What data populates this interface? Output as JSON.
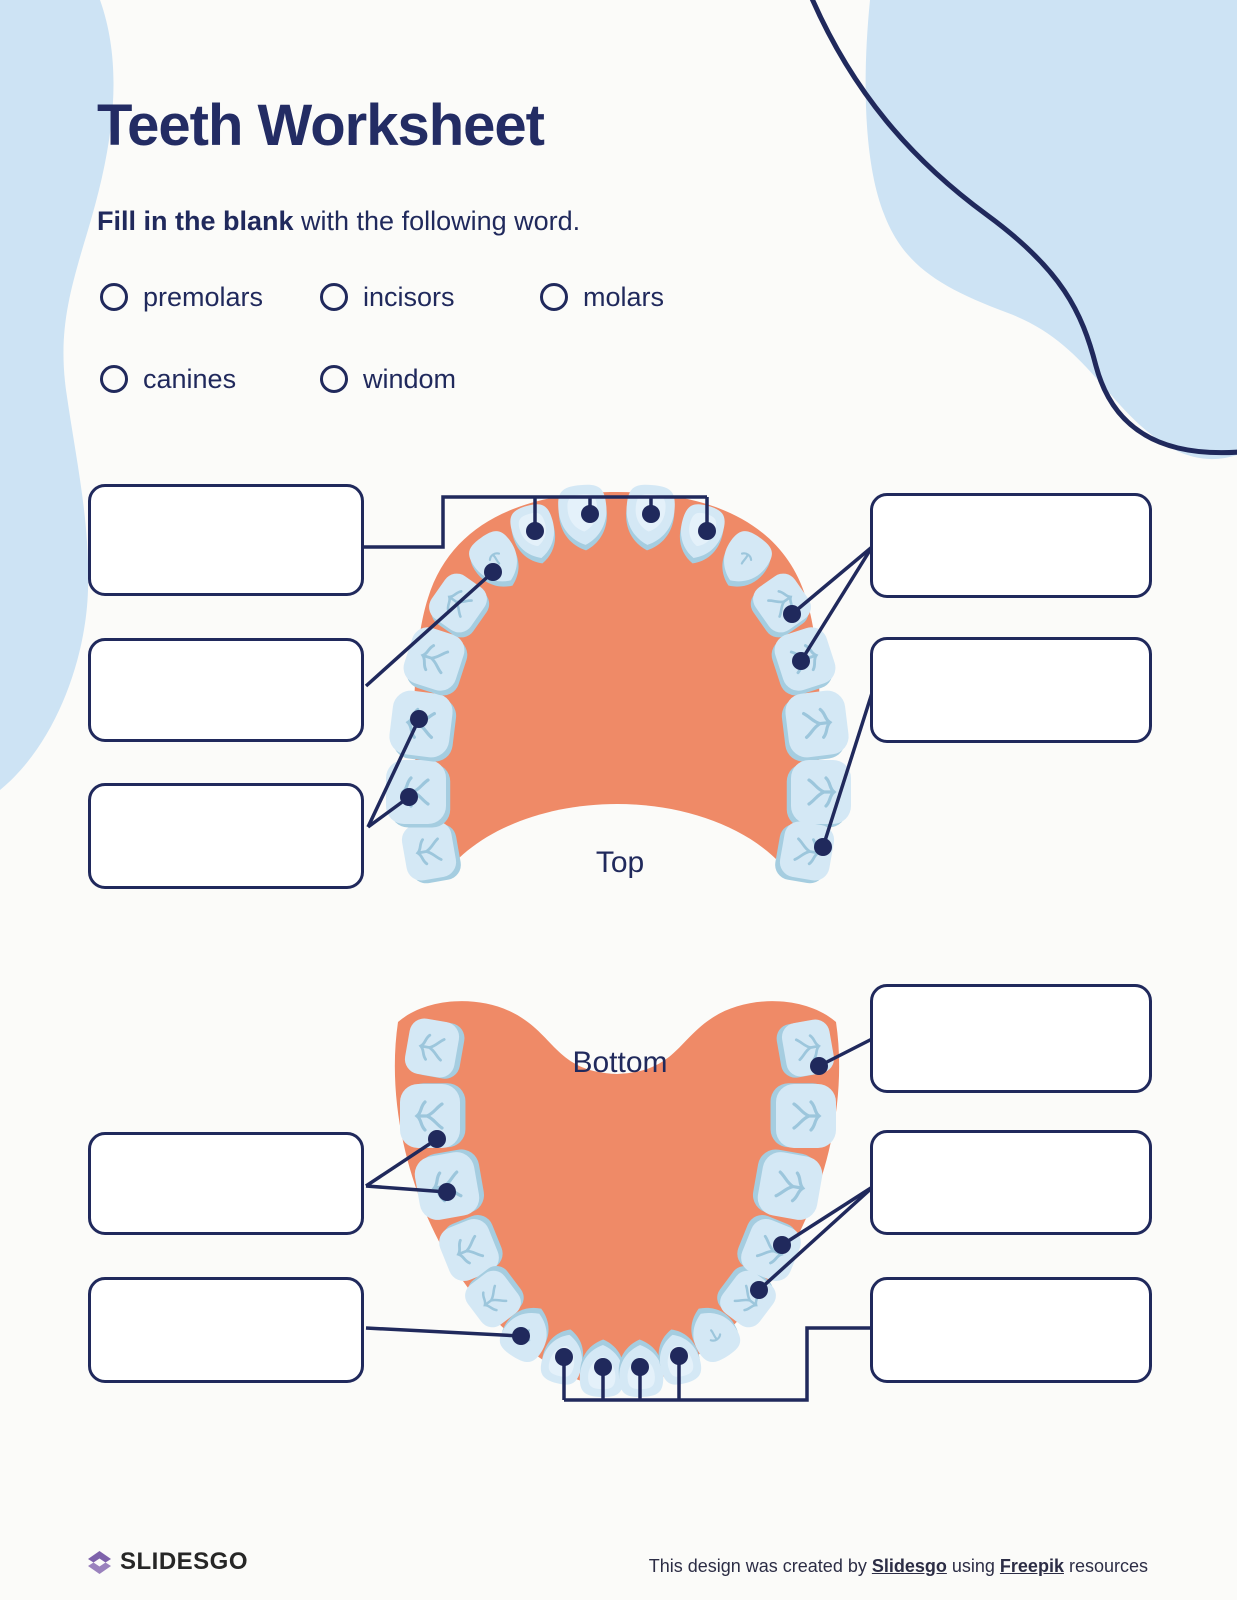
{
  "page": {
    "title": "Teeth Worksheet",
    "instruction_bold": "Fill in the blank",
    "instruction_rest": " with the following word."
  },
  "options": [
    "premolars",
    "incisors",
    "molars",
    "canines",
    "windom"
  ],
  "diagrams": {
    "top_label": "Top",
    "bottom_label": "Bottom"
  },
  "answer_boxes": {
    "top_left_1": "",
    "top_left_2": "",
    "top_left_3": "",
    "top_right_1": "",
    "top_right_2": "",
    "bottom_left_1": "",
    "bottom_left_2": "",
    "bottom_right_1": "",
    "bottom_right_2": "",
    "bottom_right_3": ""
  },
  "footer": {
    "logo_text": "SLIDESGO",
    "credit_prefix": "This design was created by ",
    "credit_slidesgo": "Slidesgo",
    "credit_middle": " using ",
    "credit_freepik": "Freepik",
    "credit_suffix": " resources"
  },
  "theme": {
    "navy": "#20295c",
    "gum": "#ef8a67",
    "tooth": "#d4e8f5",
    "tooth_shadow": "#a5cde0",
    "tooth_detail": "#9cc6dc",
    "tooth_highlight": "#e4f1fa",
    "blob_blue": "#cde3f4",
    "background": "#fbfbf9",
    "logo_purple": "#7e62ab"
  }
}
